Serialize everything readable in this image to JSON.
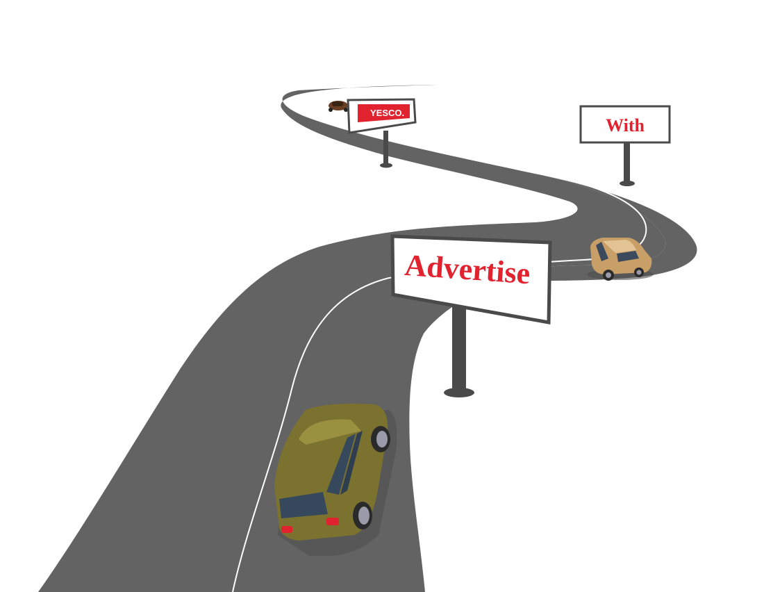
{
  "billboards": {
    "far": {
      "text": "YESCO."
    },
    "right": {
      "text": "With"
    },
    "main": {
      "text": "Advertise"
    }
  },
  "colors": {
    "road": "#636363",
    "lane_line": "#ffffff",
    "billboard_frame": "#4a4a4a",
    "ad_red": "#e0232f",
    "car_front": "#7b7230",
    "car_mid": "#c99f68",
    "car_far": "#6b3f24"
  }
}
